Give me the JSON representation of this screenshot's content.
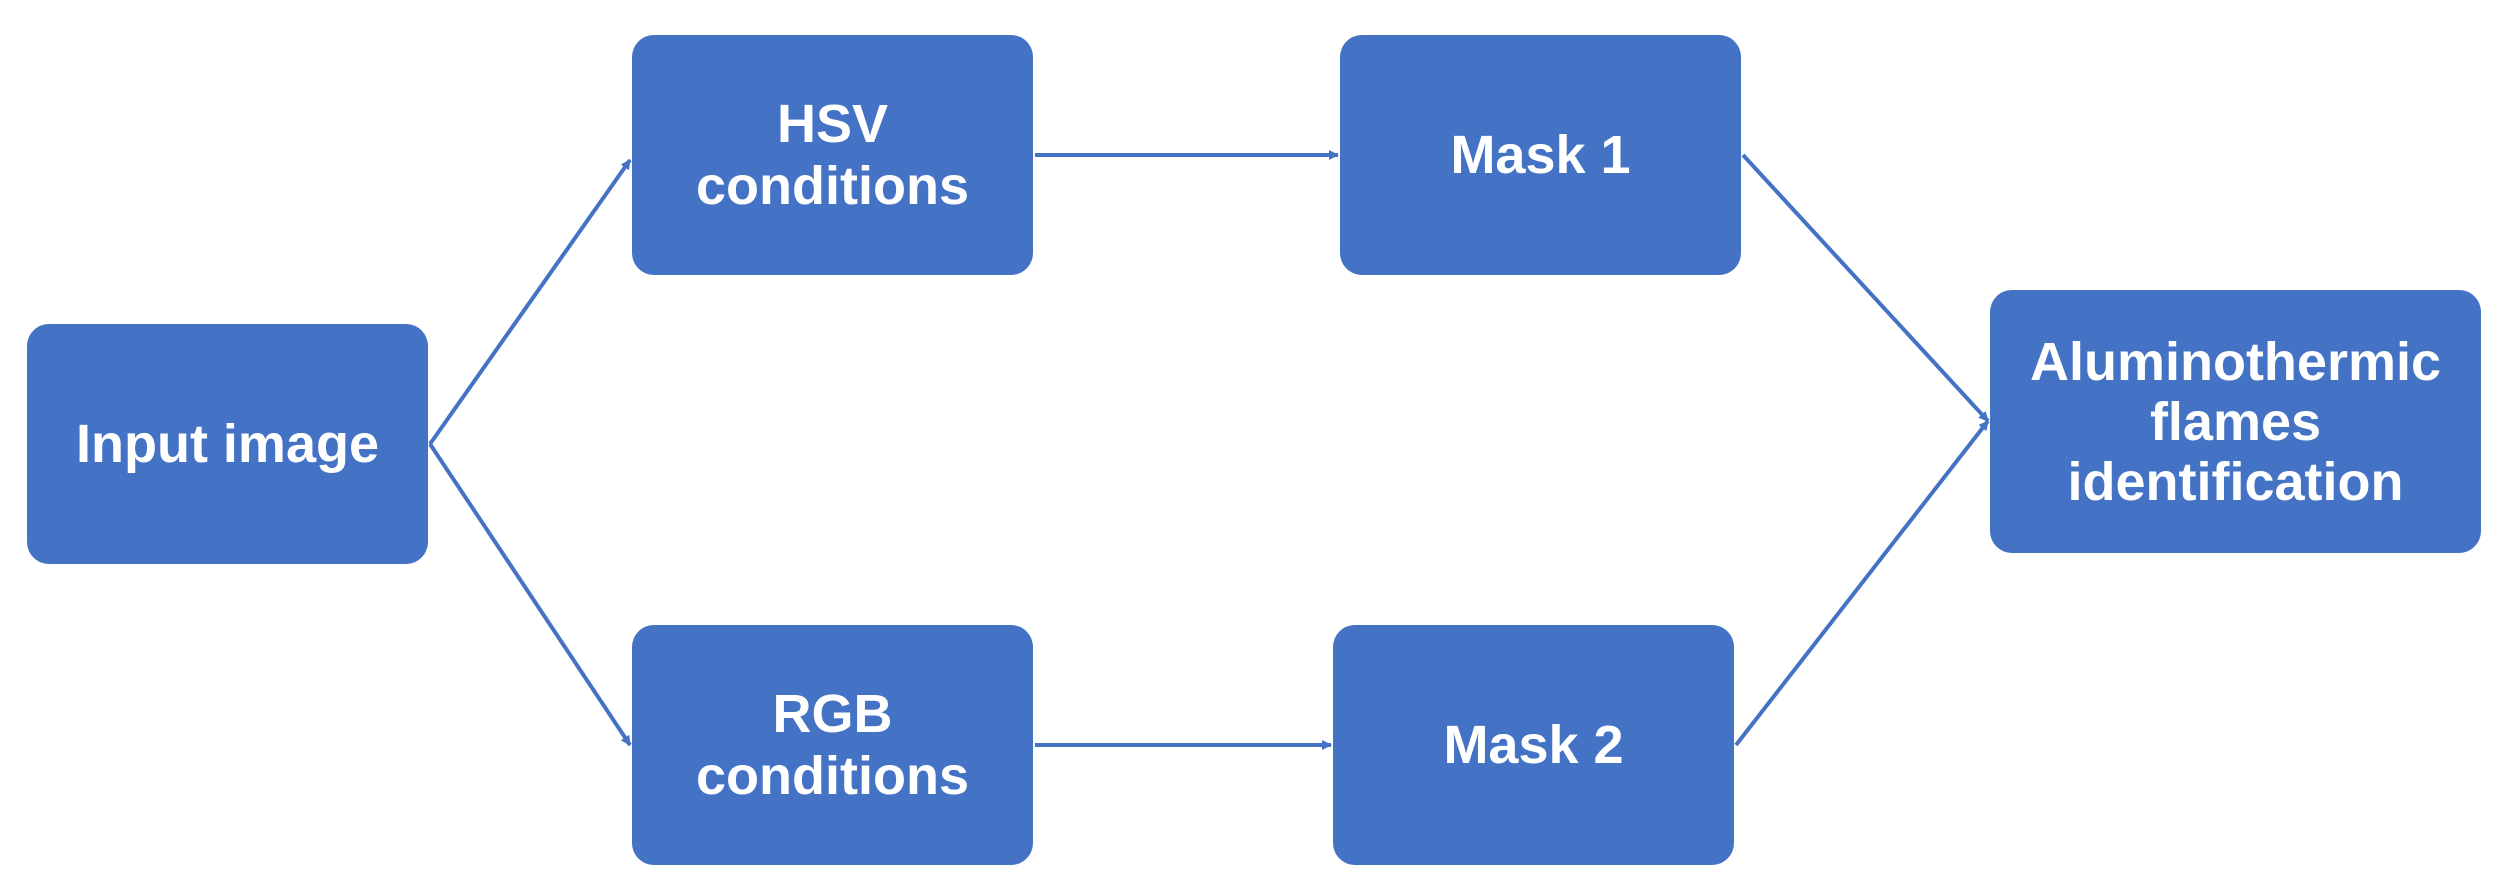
{
  "diagram": {
    "nodes": {
      "input": "Input image",
      "hsv": "HSV\nconditions",
      "rgb": "RGB\nconditions",
      "mask1": "Mask 1",
      "mask2": "Mask 2",
      "output": "Aluminothermic\nflames\nidentification"
    },
    "edges": [
      {
        "from": "Input image",
        "to": "HSV conditions"
      },
      {
        "from": "Input image",
        "to": "RGB conditions"
      },
      {
        "from": "HSV conditions",
        "to": "Mask 1"
      },
      {
        "from": "RGB conditions",
        "to": "Mask 2"
      },
      {
        "from": "Mask 1",
        "to": "Aluminothermic flames identification"
      },
      {
        "from": "Mask 2",
        "to": "Aluminothermic flames identification"
      }
    ],
    "colors": {
      "node_fill": "#4472C4",
      "node_text": "#FFFFFF",
      "edge": "#4472C4"
    }
  }
}
